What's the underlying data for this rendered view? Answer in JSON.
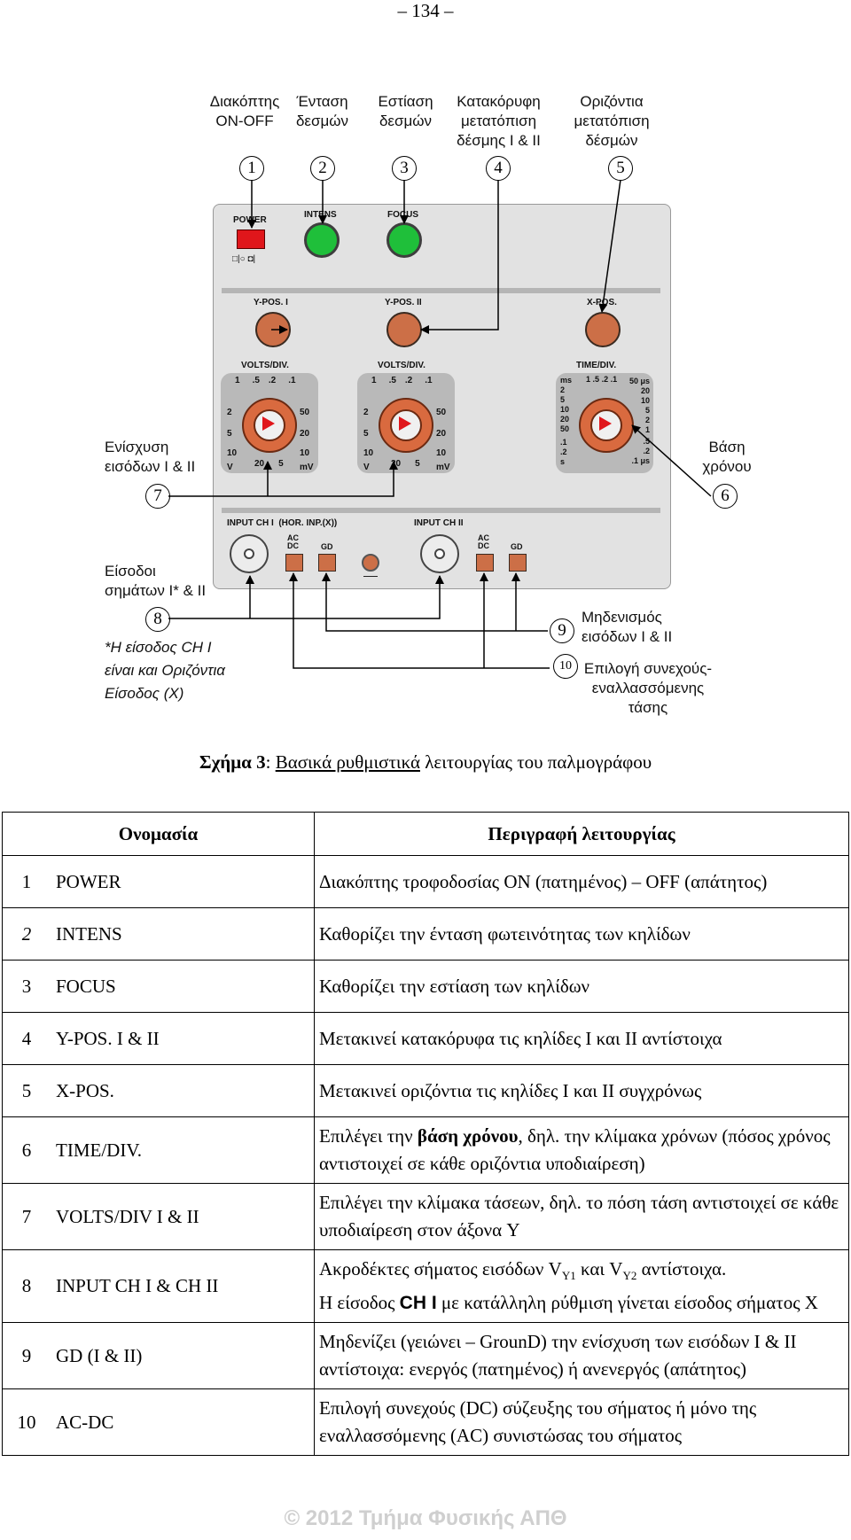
{
  "page_number": "– 134 –",
  "figure": {
    "top_labels": [
      {
        "text": [
          "Διακόπτης",
          "ON-OFF"
        ],
        "num": "1"
      },
      {
        "text": [
          "Ένταση",
          "δεσμών"
        ],
        "num": "2"
      },
      {
        "text": [
          "Εστίαση",
          "δεσμών"
        ],
        "num": "3"
      },
      {
        "text": [
          "Κατακόρυφη",
          "μετατόπιση",
          "δέσμης I & II"
        ],
        "num": "4"
      },
      {
        "text": [
          "Οριζόντια",
          "μετατόπιση",
          "δέσμών"
        ],
        "num": "5"
      }
    ],
    "left_labels": {
      "gain": [
        "Ενίσχυση",
        "εισόδων I & II"
      ],
      "gain_num": "7",
      "inputs": [
        "Είσοδοι",
        "σημάτων I* & II"
      ],
      "inputs_num": "8",
      "note": [
        "*Η είσοδος CH I",
        "είναι και Οριζόντια",
        "Είσοδος (X)"
      ]
    },
    "right_labels": {
      "timebase": [
        "Βάση",
        "χρόνου"
      ],
      "timebase_num": "6",
      "zero": [
        "Μηδενισμός",
        "εισόδων I & II"
      ],
      "zero_num": "9",
      "acdc": [
        "Επιλογή συνεχούς-",
        "εναλλασσόμενης",
        "τάσης"
      ],
      "acdc_num": "10"
    },
    "panel": {
      "power": "POWER",
      "power_symbols": "□|○ ◘|",
      "intens": "INTENS",
      "focus": "FOCUS",
      "ypos1": "Y-POS. I",
      "ypos2": "Y-POS. II",
      "xpos": "X-POS.",
      "volts_div": "VOLTS/DIV.",
      "time_div": "TIME/DIV.",
      "volts_scale": {
        "top": [
          "1",
          ".5",
          ".2",
          ".1"
        ],
        "left": [
          "2",
          "5",
          "10",
          "V"
        ],
        "right": [
          "50",
          "20",
          "10",
          "mV"
        ],
        "bottom": [
          "20",
          "5"
        ]
      },
      "time_scale": {
        "left": [
          "ms",
          "2",
          "5",
          "10",
          "20",
          "50",
          ".1",
          ".2",
          "s"
        ],
        "top": [
          "1",
          ".5",
          ".2",
          ".1"
        ],
        "right": [
          "50",
          "μs",
          "20",
          "10",
          "5",
          "2",
          "1",
          ".5",
          ".2",
          ".1",
          "μs"
        ]
      },
      "input_ch1": "INPUT CH I  (HOR. INP.(X))",
      "input_ch2": "INPUT CH II",
      "ac": "AC",
      "dc": "DC",
      "gd": "GD"
    },
    "caption_bold": "Σχήμα 3",
    "caption_underlined": "Βασικά ρυθμιστικά",
    "caption_rest": " λειτουργίας του παλμογράφου",
    "caption_colon": ": "
  },
  "table": {
    "headers": {
      "name": "Ονομασία",
      "description": "Περιγραφή λειτουργίας"
    },
    "rows": [
      {
        "num": "1",
        "name": "POWER",
        "desc": "Διακόπτης τροφοδοσίας ON (πατημένος) – OFF (απάτητος)"
      },
      {
        "num": "2",
        "name": "INTENS",
        "desc": "Καθορίζει την ένταση φωτεινότητας των κηλίδων"
      },
      {
        "num": "3",
        "name": "FOCUS",
        "desc": "Καθορίζει την εστίαση των κηλίδων"
      },
      {
        "num": "4",
        "name": "Y-POS. I & II",
        "desc": "Μετακινεί κατακόρυφα τις κηλίδες I και II αντίστοιχα"
      },
      {
        "num": "5",
        "name": "X-POS.",
        "desc": "Μετακινεί οριζόντια τις κηλίδες I και II συγχρόνως"
      },
      {
        "num": "6",
        "name": "TIME/DIV.",
        "desc_a": "Επιλέγει την ",
        "desc_b": "βάση χρόνου",
        "desc_c": ", δηλ. την κλίμακα χρόνων (πόσος χρόνος αντιστοιχεί σε κάθε οριζόντια υποδιαίρεση)"
      },
      {
        "num": "7",
        "name": "VOLTS/DIV I & II",
        "desc": "Επιλέγει την κλίμακα τάσεων, δηλ. το πόση τάση αντιστοιχεί σε κάθε υποδιαίρεση στον άξονα Y"
      },
      {
        "num": "8",
        "name": "INPUT CH I & CH II",
        "desc_a": "Ακροδέκτες σήματος εισόδων V",
        "sub1": "Y1",
        "desc_b": " και V",
        "sub2": "Y2",
        "desc_c": " αντίστοιχα.",
        "desc_d": "Η είσοδος ",
        "desc_e": "CH I",
        "desc_f": " με κατάλληλη ρύθμιση γίνεται είσοδος σήματος X"
      },
      {
        "num": "9",
        "name": "GD (I & II)",
        "desc": "Μηδενίζει (γειώνει – GrounD) την ενίσχυση των εισόδων I & II αντίστοιχα: ενεργός (πατημένος) ή ανενεργός (απάτητος)"
      },
      {
        "num": "10",
        "name": "AC-DC",
        "desc": "Επιλογή συνεχούς (DC) σύζευξης του σήματος ή μόνο της εναλλασσόμενης (AC) συνιστώσας του σήματος"
      }
    ]
  },
  "footer": "© 2012 Τμήμα Φυσικής ΑΠΘ"
}
